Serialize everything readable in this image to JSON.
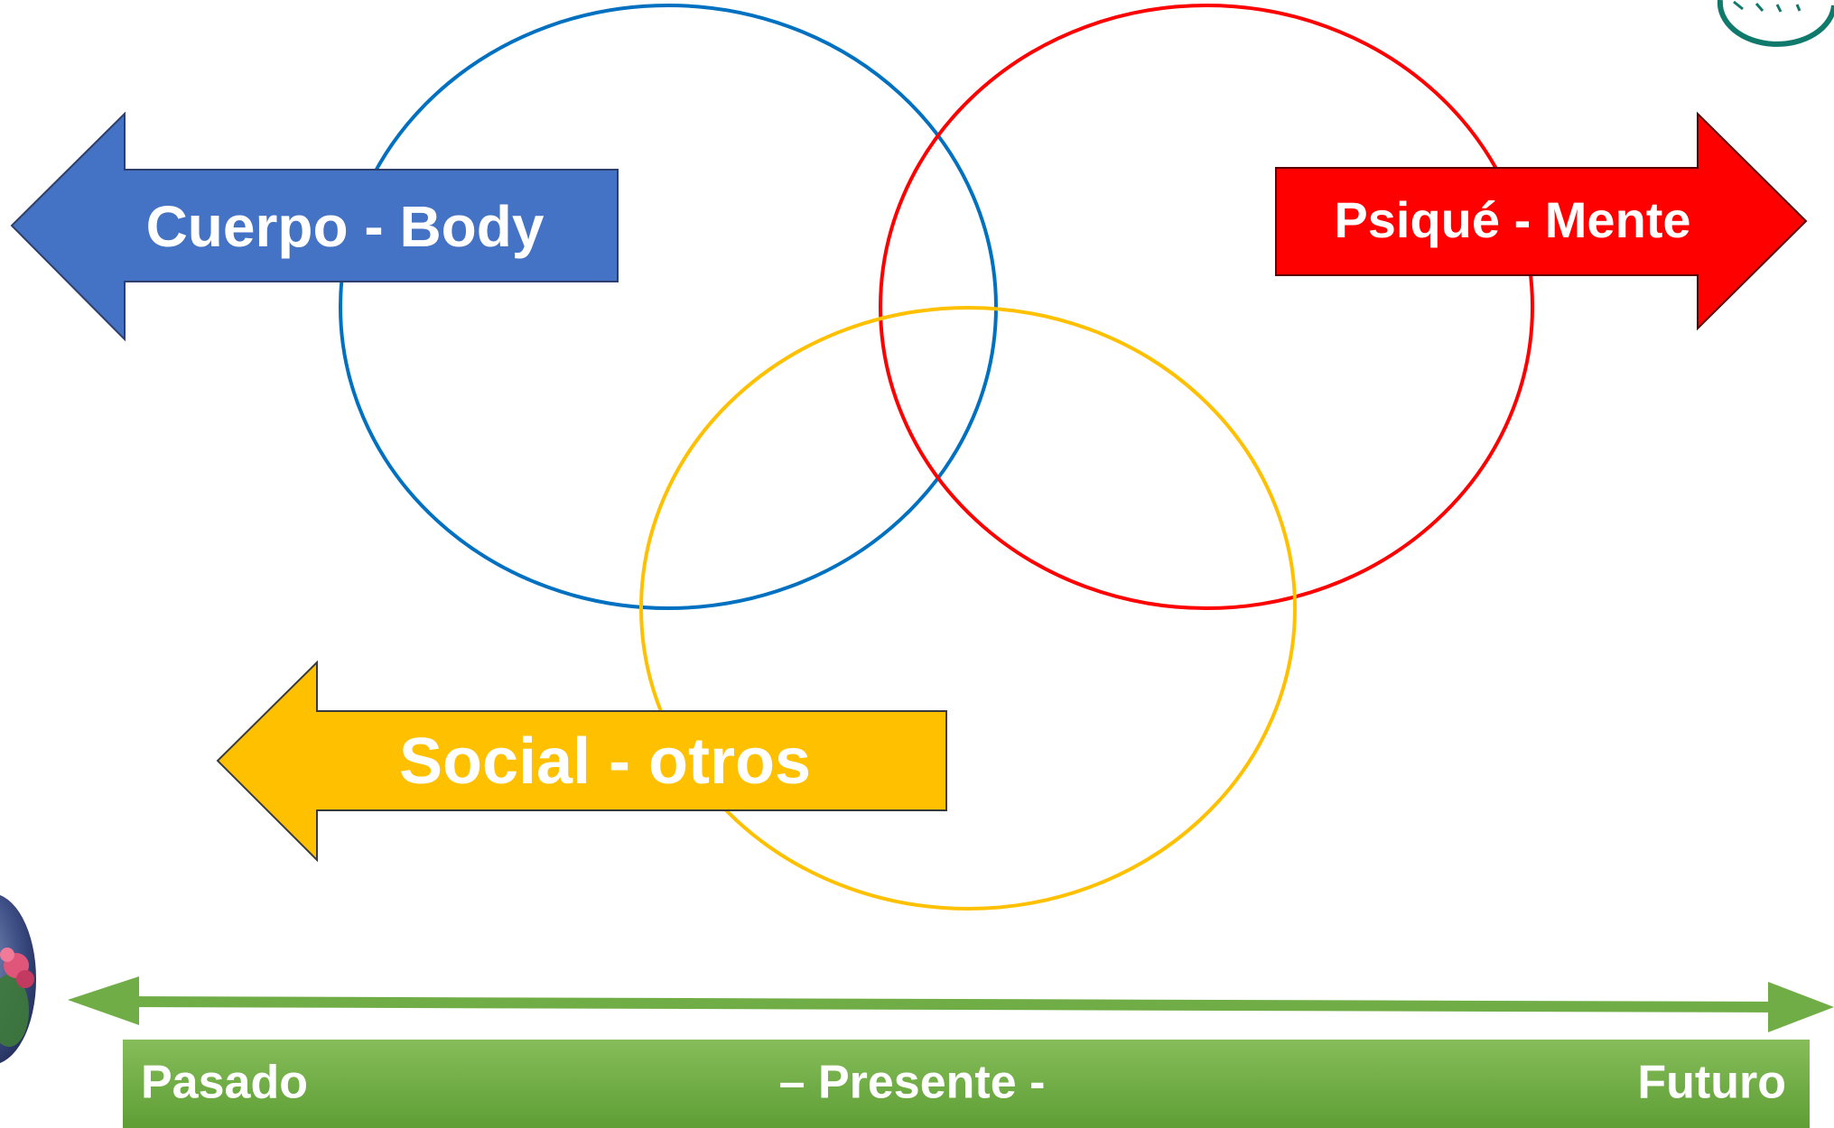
{
  "diagram": {
    "circles": {
      "body": {
        "color": "#0070C0"
      },
      "mind": {
        "color": "#FF0000"
      },
      "social": {
        "color": "#FFC000"
      }
    },
    "arrows": {
      "body": {
        "label": "Cuerpo - Body",
        "fill": "#4472C4",
        "direction": "left"
      },
      "mind": {
        "label": "Psiqué - Mente",
        "fill": "#FF0000",
        "direction": "right"
      },
      "social": {
        "label": "Social - otros",
        "fill": "#FFC000",
        "direction": "left"
      }
    },
    "timeline": {
      "arrow_color": "#70AD47",
      "bar_color": "#70AD47",
      "labels": {
        "past": "Pasado",
        "present": "– Presente -",
        "future": "Futuro"
      }
    },
    "decorations": {
      "left_image": "partial-illustration-left",
      "top_right_logo": "partial-logo-top-right"
    }
  }
}
